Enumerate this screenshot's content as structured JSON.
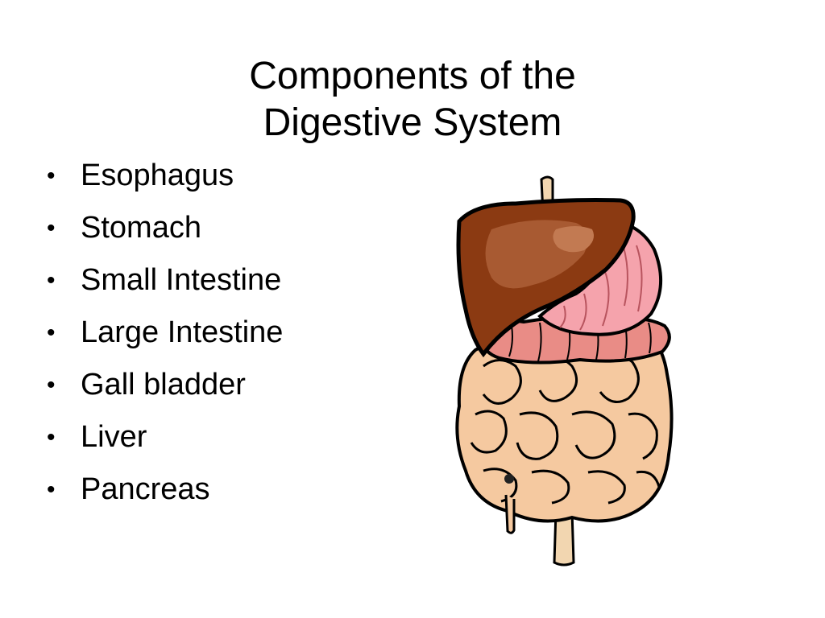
{
  "slide": {
    "title_line1": "Components of the",
    "title_line2": "Digestive System",
    "bullet_symbol": "•",
    "bullets": [
      "Esophagus",
      "Stomach",
      "Small Intestine",
      "Large Intestine",
      "Gall bladder",
      "Liver",
      "Pancreas"
    ]
  },
  "illustration": {
    "icon": "digestive-system-icon",
    "colors": {
      "liver": "#8b3a12",
      "liver_highlight": "#a85a32",
      "stomach": "#f5a3ac",
      "large_intestine": "#e98c86",
      "small_intestine": "#f5c9a0",
      "esophagus": "#f2d6b0",
      "outline": "#000000"
    }
  }
}
